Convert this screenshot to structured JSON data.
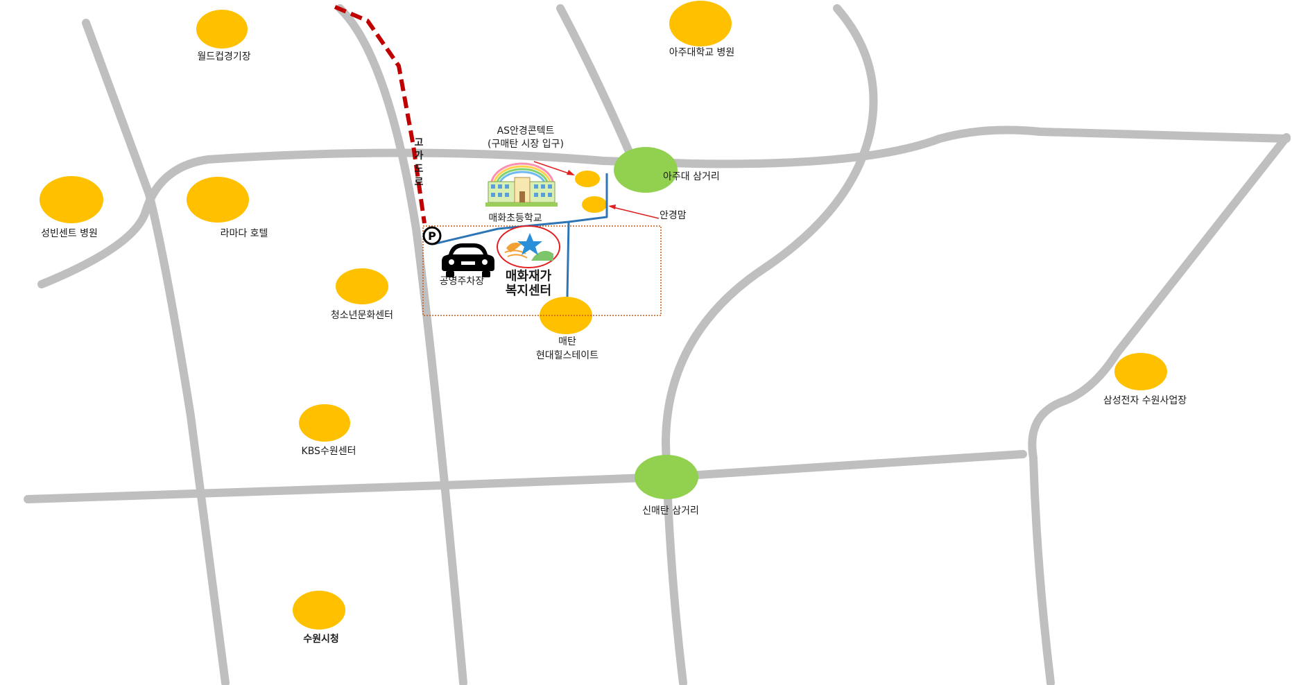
{
  "colors": {
    "road": "#bfbfbf",
    "landmark": "#ffc000",
    "intersection": "#92d050",
    "route": "#2e75b6",
    "overpass": "#c00000",
    "arrow": "#e02020",
    "boundary": "#c55a11"
  },
  "landmarks": {
    "worldcup": "월드컵경기장",
    "ajou_hospital": "아주대학교 병원",
    "sungvincent": "성빈센트 병원",
    "ramada": "라마다 호텔",
    "youth_center": "청소년문화센터",
    "kbs": "KBS수원센터",
    "city_hall": "수원시청",
    "samsung": "삼성전자 수원사업장",
    "hyundai_line1": "매탄",
    "hyundai_line2": "현대힐스테이트",
    "school": "매화초등학교",
    "optician_line1": "AS안경콘텍트",
    "optician_line2": "(구매탄 시장 입구)",
    "eyeglass_mom": "안경맘"
  },
  "intersections": {
    "ajou": "아주대 삼거리",
    "sinmaetan": "신매탄 삼거리"
  },
  "overpass_label": [
    "고",
    "가",
    "도",
    "로"
  ],
  "parking": {
    "sign": "P",
    "label": "공영주차장",
    "icon": "car-icon"
  },
  "center": {
    "name_line1": "매화재가",
    "name_line2": "복지센터",
    "logo": "star-logo-icon"
  },
  "school_icon": "school-building-icon"
}
